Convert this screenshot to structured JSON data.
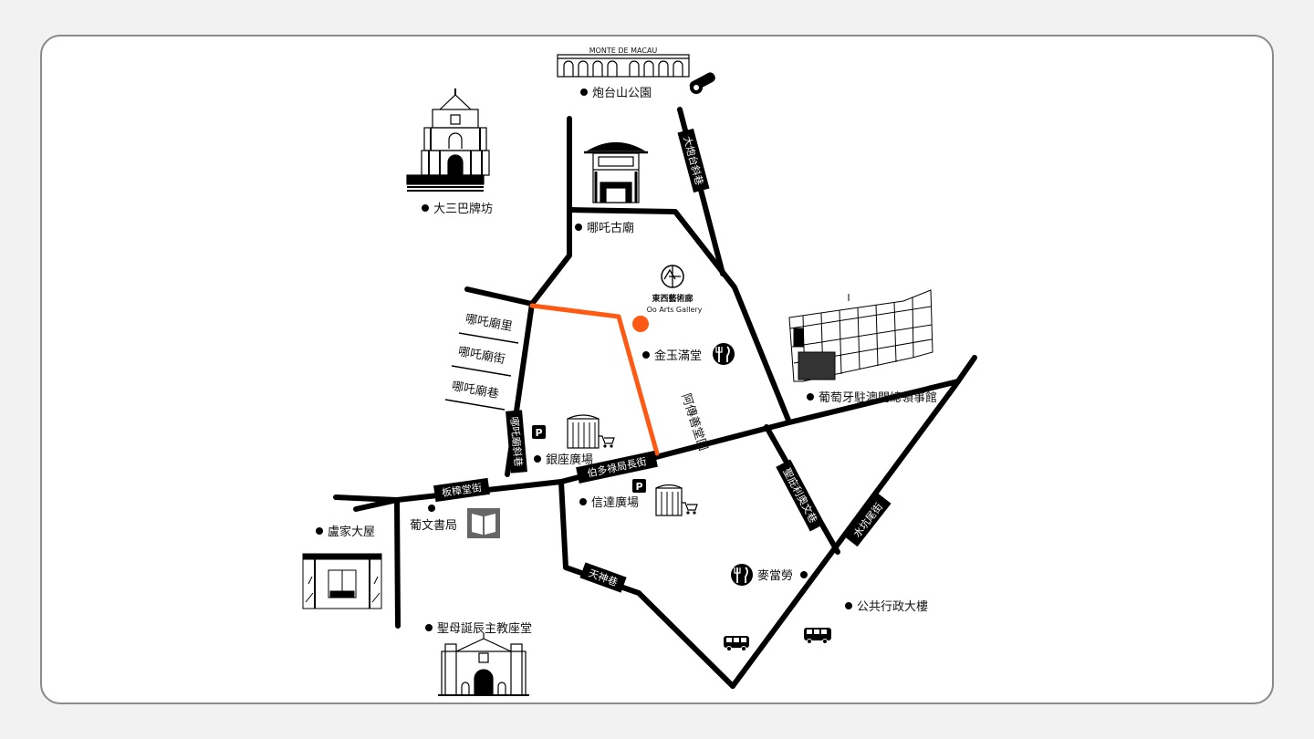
{
  "map": {
    "gallery": {
      "name_zh": "東西藝術廊",
      "name_en": "Oo Arts Gallery",
      "accent_color": "#ff5a14"
    },
    "landmarks": {
      "fortress": "炮台山公園",
      "ruins": "大三巴牌坊",
      "temple": "哪吒古廟",
      "restaurant1": "金玉滿堂",
      "consulate": "葡萄牙駐澳門總領事館",
      "mall1": "銀座廣場",
      "mall2": "信達廣場",
      "bookstore": "葡文書局",
      "lou_house": "盧家大屋",
      "cathedral": "聖母誕辰主教座堂",
      "mcdonalds": "麥當勞",
      "gov_building": "公共行政大樓"
    },
    "streets": {
      "lane1": "哪吒廟里",
      "lane2": "哪吒廟街",
      "lane3": "哪吒廟巷",
      "slope": "哪吒廟斜巷",
      "main": "伯多祿局長街",
      "west": "板樟堂街",
      "cannon_slope": "大炮台斜巷",
      "route": "阿傳善堂圍",
      "tianshen": "天神巷",
      "watertank": "水坑尾街",
      "seminary": "聖庇利奧文巷"
    },
    "icons": {
      "parking": "P",
      "fortress_sign": "MONTE DE MACAU"
    }
  }
}
